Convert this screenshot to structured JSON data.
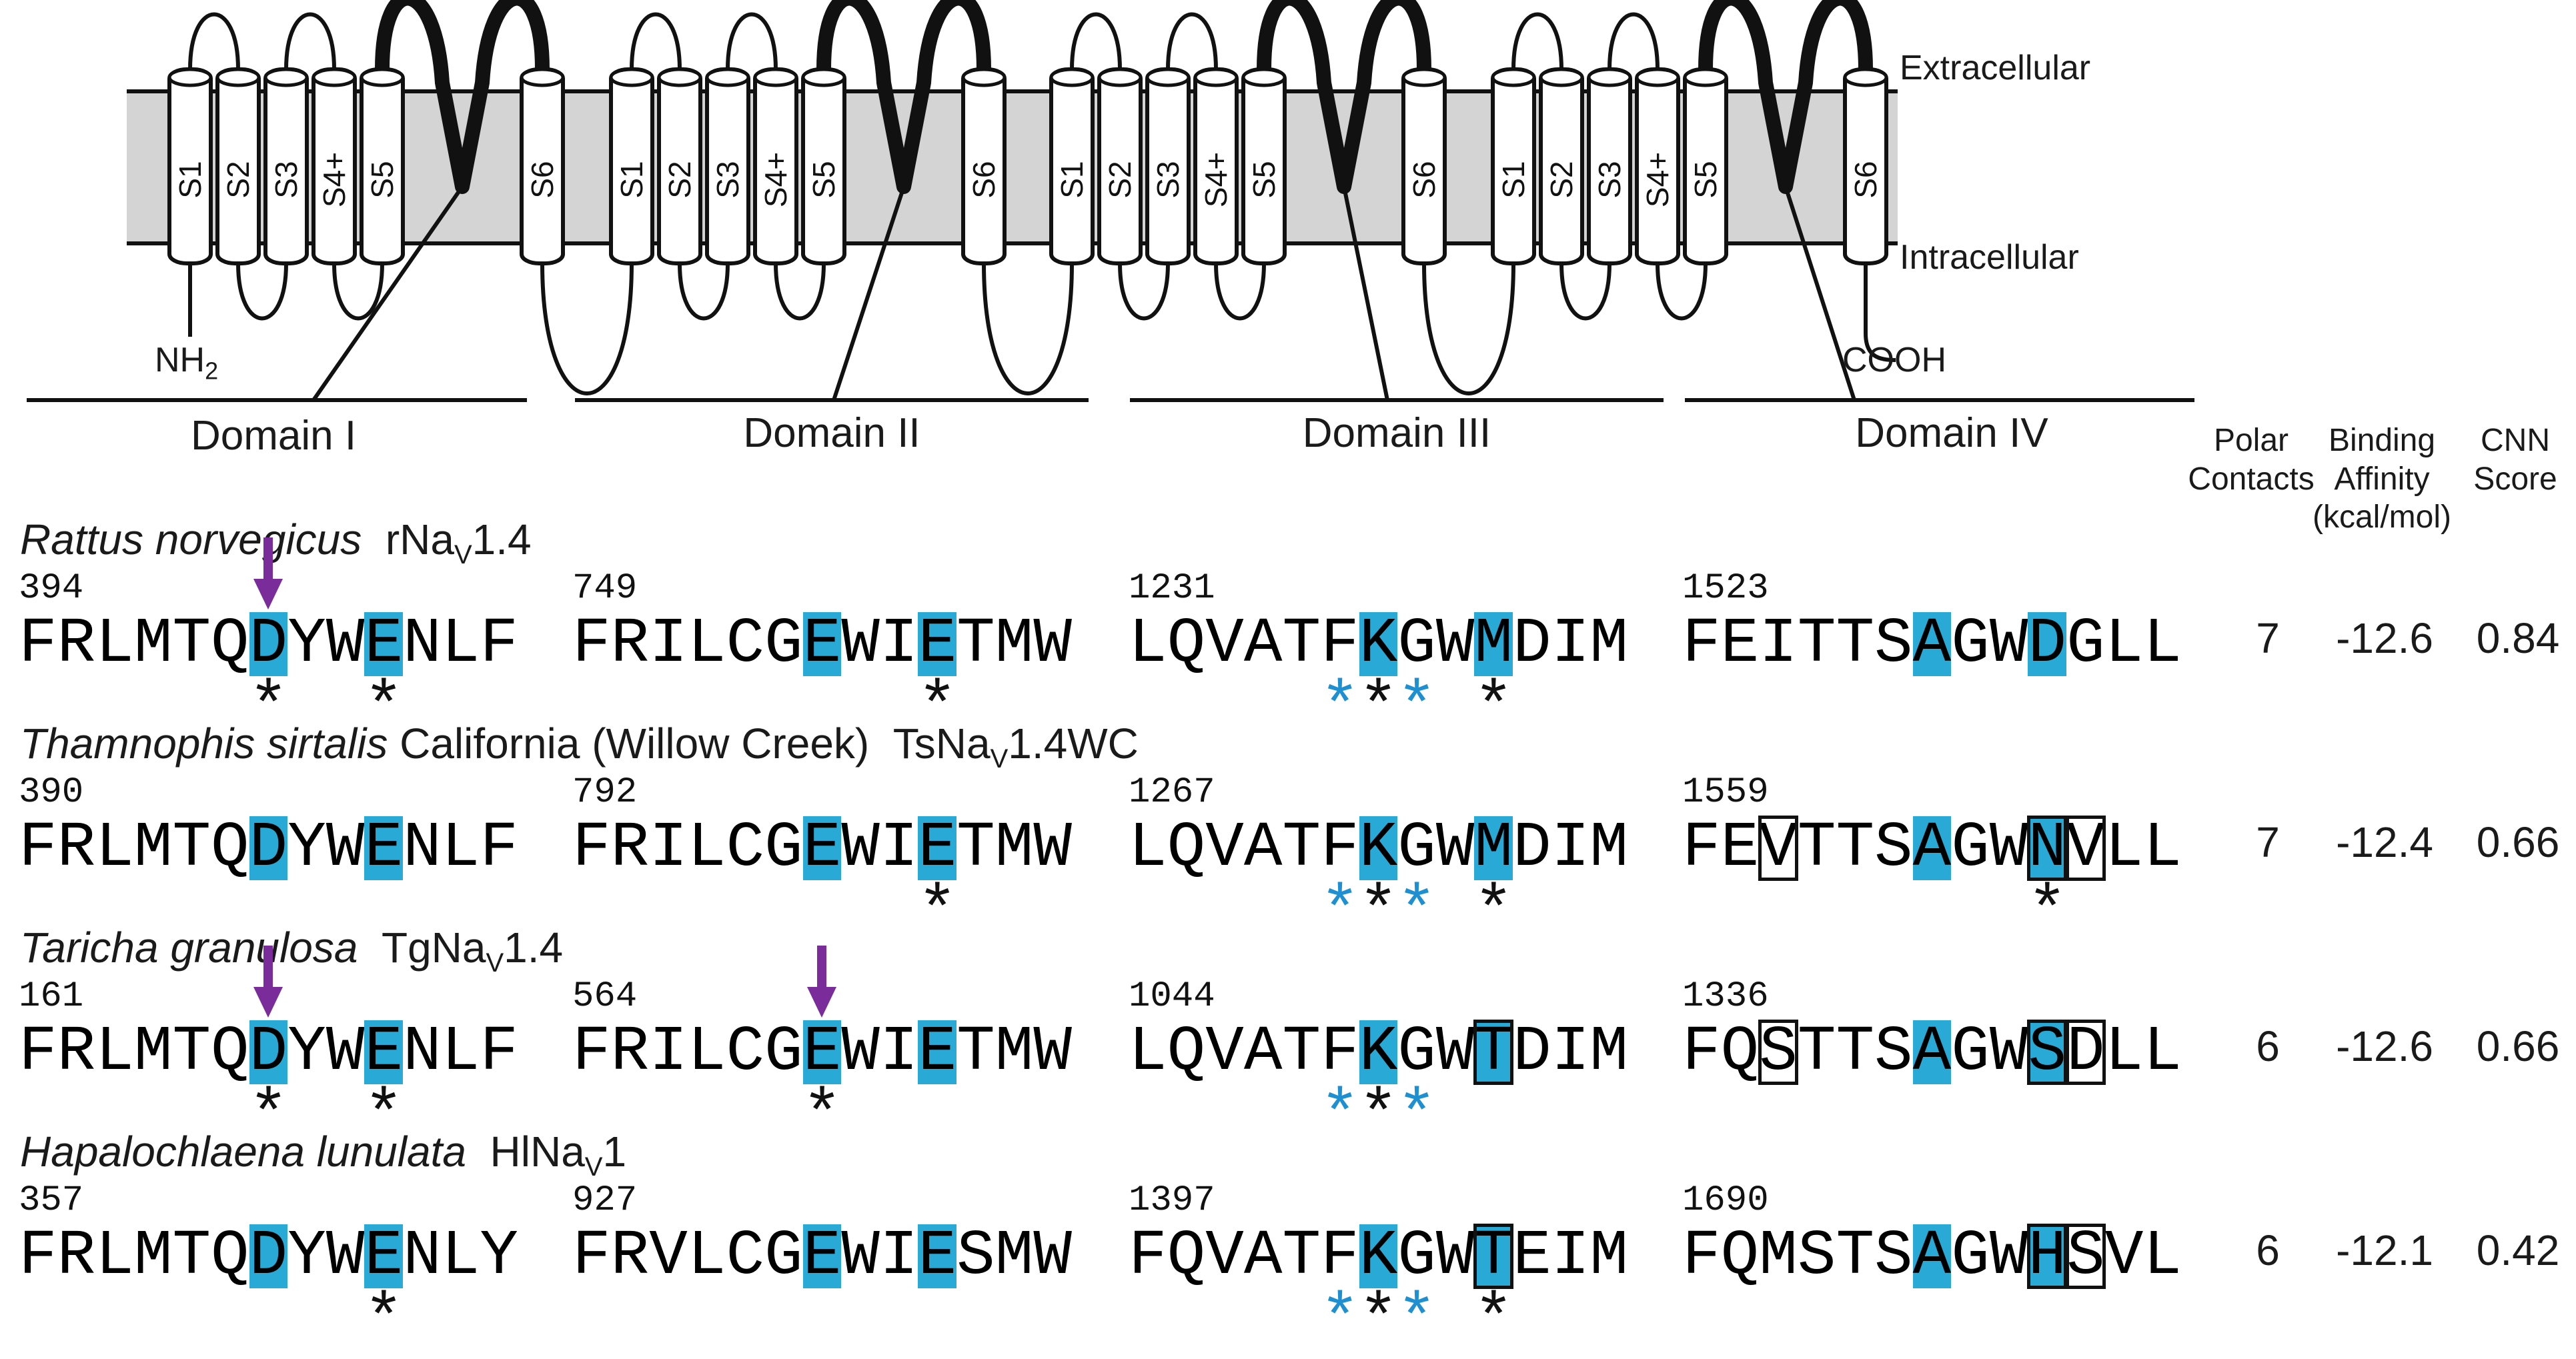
{
  "membrane": {
    "extracellular_label": "Extracellular",
    "intracellular_label": "Intracellular",
    "n_terminus": "NH",
    "n_terminus_sub": "2",
    "c_terminus": "COOH",
    "segment_labels": [
      "S1",
      "S2",
      "S3",
      "S4+",
      "S5",
      "S6"
    ]
  },
  "domains": [
    "Domain I",
    "Domain II",
    "Domain III",
    "Domain IV"
  ],
  "headers": {
    "polar_contacts": [
      "Polar",
      "Contacts"
    ],
    "binding_affinity": [
      "Binding",
      "Affinity",
      "(kcal/mol)"
    ],
    "cnn_score": [
      "CNN",
      "Score"
    ]
  },
  "rows": [
    {
      "species_italic": "Rattus norvegicus",
      "species_rest": "",
      "channel_pre": "rNa",
      "channel_sub": "V",
      "channel_post": "1.4",
      "blocks": [
        {
          "start": "394",
          "seq": "FRLMTQDYWENLF",
          "hl": [
            6,
            9
          ],
          "box": [],
          "stars_black": [
            6,
            9
          ],
          "stars_blue": [],
          "arrows": [
            6
          ]
        },
        {
          "start": "749",
          "seq": "FRILCGEWIETMW",
          "hl": [
            6,
            9
          ],
          "box": [],
          "stars_black": [
            9
          ],
          "stars_blue": [],
          "arrows": []
        },
        {
          "start": "1231",
          "seq": "LQVATFKGWMDIM",
          "hl": [
            6,
            9
          ],
          "box": [],
          "stars_black": [
            6,
            9
          ],
          "stars_blue": [
            5,
            7
          ],
          "arrows": []
        },
        {
          "start": "1523",
          "seq": "FEITTSAGWDGLL",
          "hl": [
            6,
            9
          ],
          "box": [],
          "stars_black": [],
          "stars_blue": [],
          "arrows": []
        }
      ],
      "polar_contacts": "7",
      "binding_affinity": "-12.6",
      "cnn_score": "0.84"
    },
    {
      "species_italic": "Thamnophis sirtalis",
      "species_rest": " California (Willow Creek)",
      "channel_pre": "TsNa",
      "channel_sub": "V",
      "channel_post": "1.4WC",
      "blocks": [
        {
          "start": "390",
          "seq": "FRLMTQDYWENLF",
          "hl": [
            6,
            9
          ],
          "box": [],
          "stars_black": [],
          "stars_blue": [],
          "arrows": []
        },
        {
          "start": "792",
          "seq": "FRILCGEWIETMW",
          "hl": [
            6,
            9
          ],
          "box": [],
          "stars_black": [
            9
          ],
          "stars_blue": [],
          "arrows": []
        },
        {
          "start": "1267",
          "seq": "LQVATFKGWMDIM",
          "hl": [
            6,
            9
          ],
          "box": [],
          "stars_black": [
            6,
            9
          ],
          "stars_blue": [
            5,
            7
          ],
          "arrows": []
        },
        {
          "start": "1559",
          "seq": "FEVTTSAGWNVLL",
          "hl": [
            6,
            9
          ],
          "box": [
            2,
            9,
            10
          ],
          "stars_black": [
            9
          ],
          "stars_blue": [],
          "arrows": []
        }
      ],
      "polar_contacts": "7",
      "binding_affinity": "-12.4",
      "cnn_score": "0.66"
    },
    {
      "species_italic": "Taricha granulosa",
      "species_rest": "",
      "channel_pre": "TgNa",
      "channel_sub": "V",
      "channel_post": "1.4",
      "blocks": [
        {
          "start": "161",
          "seq": "FRLMTQDYWENLF",
          "hl": [
            6,
            9
          ],
          "box": [],
          "stars_black": [
            6,
            9
          ],
          "stars_blue": [],
          "arrows": [
            6
          ]
        },
        {
          "start": "564",
          "seq": "FRILCGEWIETMW",
          "hl": [
            6,
            9
          ],
          "box": [],
          "stars_black": [
            6
          ],
          "stars_blue": [],
          "arrows": [
            6
          ]
        },
        {
          "start": "1044",
          "seq": "LQVATFKGWTDIM",
          "hl": [
            6,
            9
          ],
          "box": [
            9
          ],
          "stars_black": [
            6
          ],
          "stars_blue": [
            5,
            7
          ],
          "arrows": []
        },
        {
          "start": "1336",
          "seq": "FQSTTSAGWSDLL",
          "hl": [
            6,
            9
          ],
          "box": [
            2,
            9,
            10
          ],
          "stars_black": [],
          "stars_blue": [],
          "arrows": []
        }
      ],
      "polar_contacts": "6",
      "binding_affinity": "-12.6",
      "cnn_score": "0.66"
    },
    {
      "species_italic": "Hapalochlaena lunulata",
      "species_rest": "",
      "channel_pre": "HlNa",
      "channel_sub": "V",
      "channel_post": "1",
      "blocks": [
        {
          "start": "357",
          "seq": "FRLMTQDYWENLY",
          "hl": [
            6,
            9
          ],
          "box": [],
          "stars_black": [
            9
          ],
          "stars_blue": [],
          "arrows": []
        },
        {
          "start": "927",
          "seq": "FRVLCGEWIESMW",
          "hl": [
            6,
            9
          ],
          "box": [],
          "stars_black": [],
          "stars_blue": [],
          "arrows": []
        },
        {
          "start": "1397",
          "seq": "FQVATFKGWTEIM",
          "hl": [
            6,
            9
          ],
          "box": [
            9
          ],
          "stars_black": [
            6,
            9
          ],
          "stars_blue": [
            5,
            7
          ],
          "arrows": []
        },
        {
          "start": "1690",
          "seq": "FQMSTSAGWHSVL",
          "hl": [
            6,
            9
          ],
          "box": [
            9,
            10
          ],
          "stars_black": [],
          "stars_blue": [],
          "arrows": []
        }
      ],
      "polar_contacts": "6",
      "binding_affinity": "-12.1",
      "cnn_score": "0.42"
    }
  ],
  "colors": {
    "highlight": "#29a9d6",
    "blue_star": "#1e8fd0",
    "arrow": "#7a2d9a",
    "membrane": "#d4d4d4"
  }
}
